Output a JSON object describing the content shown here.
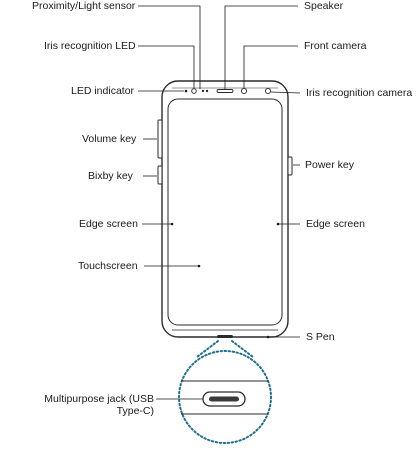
{
  "labels": {
    "proximity_sensor": "Proximity/Light sensor",
    "speaker": "Speaker",
    "iris_led": "Iris recognition LED",
    "front_camera": "Front camera",
    "led_indicator": "LED indicator",
    "iris_camera": "Iris recognition camera",
    "volume_key": "Volume key",
    "bixby_key": "Bixby key",
    "power_key": "Power key",
    "edge_screen_left": "Edge screen",
    "edge_screen_right": "Edge screen",
    "touchscreen": "Touchscreen",
    "s_pen": "S Pen",
    "multipurpose_jack": "Multipurpose jack (USB Type-C)"
  },
  "colors": {
    "outline": "#2a2a2a",
    "leader": "#1a1a1a",
    "callout_dots": "#1f6f8f"
  }
}
